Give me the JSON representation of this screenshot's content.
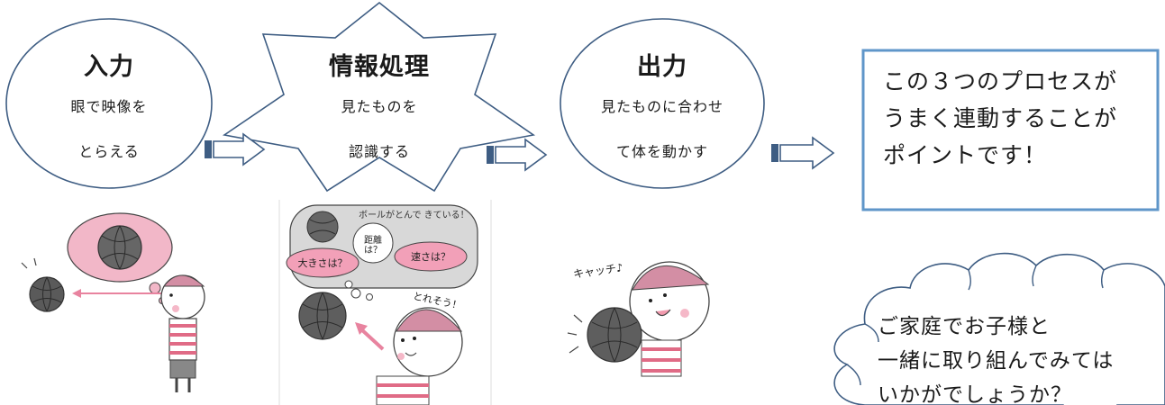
{
  "steps": [
    {
      "title": "入力",
      "lines": [
        "眼で映像を",
        "とらえる"
      ]
    },
    {
      "title": "情報処理",
      "lines": [
        "見たものを",
        "認識する"
      ]
    },
    {
      "title": "出力",
      "lines": [
        "見たものに合わせ",
        "て体を動かす"
      ]
    }
  ],
  "summary": {
    "lines": [
      "この３つのプロセスが",
      "うまく連動することが",
      "ポイントです！"
    ]
  },
  "cloud_note": {
    "lines": [
      "ご家庭でお子様と",
      "一緒に取り組んでみては",
      "いかがでしょうか？"
    ]
  },
  "illustrations": {
    "panel2": {
      "bubble": "ボールがとんで きている！",
      "q_size": "大きさは？",
      "q_dist": "距離は？",
      "q_speed": "速さは？",
      "catchable": "とれそう！"
    },
    "panel3": {
      "catch": "キャッチ♪"
    }
  },
  "colors": {
    "outline": "#3e5d83",
    "arrow_fill": "#3e5d83",
    "box_border": "#5f96c9",
    "pink": "#e8839f",
    "ball": "#555555"
  }
}
